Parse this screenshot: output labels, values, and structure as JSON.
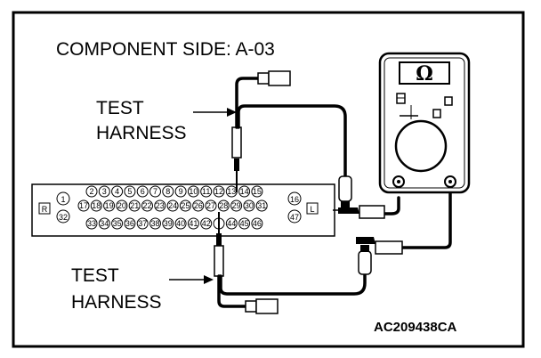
{
  "title": "COMPONENT SIDE: A-03",
  "harness_top": [
    "TEST",
    "HARNESS"
  ],
  "harness_bottom": [
    "TEST",
    "HARNESS"
  ],
  "connector": {
    "side_left": "R",
    "side_right": "L",
    "row1_left": "1",
    "row2_left": "32",
    "row1_right": "16",
    "row2_right": "47",
    "top_row": [
      "2",
      "3",
      "4",
      "5",
      "6",
      "7",
      "8",
      "9",
      "10",
      "11",
      "12",
      "13",
      "14",
      "15"
    ],
    "mid_row": [
      "17",
      "18",
      "19",
      "20",
      "21",
      "22",
      "23",
      "24",
      "25",
      "26",
      "27",
      "28",
      "29",
      "30",
      "31"
    ],
    "bot_row": [
      "33",
      "34",
      "35",
      "36",
      "37",
      "38",
      "39",
      "40",
      "41",
      "42",
      "",
      "44",
      "45",
      "46"
    ]
  },
  "meter_symbol": "Ω",
  "figure_code": "AC209438CA"
}
